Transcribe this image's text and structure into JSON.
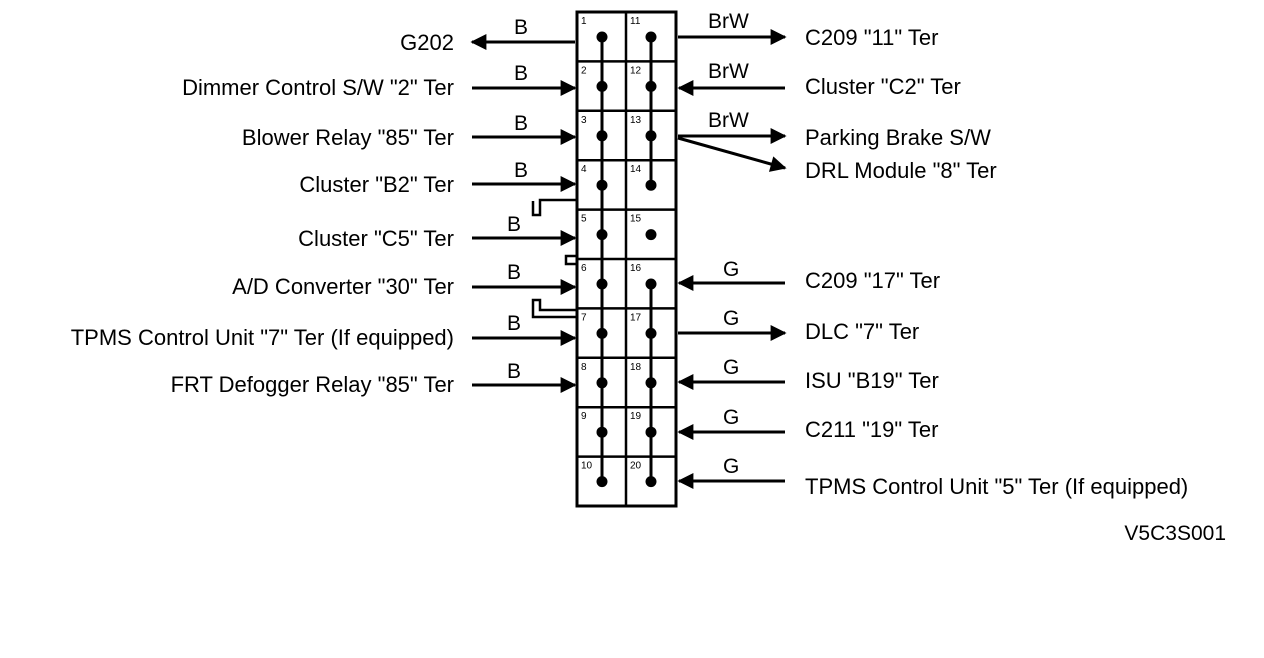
{
  "figure_code": "V5C3S001",
  "left_connections": [
    {
      "pin": "1",
      "label": "G202",
      "wire": "B",
      "direction": "out"
    },
    {
      "pin": "2",
      "label": "Dimmer Control S/W \"2\" Ter",
      "wire": "B",
      "direction": "in"
    },
    {
      "pin": "3",
      "label": "Blower Relay \"85\" Ter",
      "wire": "B",
      "direction": "in"
    },
    {
      "pin": "4",
      "label": "Cluster \"B2\" Ter",
      "wire": "B",
      "direction": "in"
    },
    {
      "pin": "5",
      "label": "Cluster \"C5\" Ter",
      "wire": "B",
      "direction": "in"
    },
    {
      "pin": "6",
      "label": "A/D Converter \"30\" Ter",
      "wire": "B",
      "direction": "in"
    },
    {
      "pin": "7",
      "label": "TPMS Control Unit \"7\" Ter (If equipped)",
      "wire": "B",
      "direction": "in"
    },
    {
      "pin": "8",
      "label": "FRT Defogger Relay \"85\" Ter",
      "wire": "B",
      "direction": "in"
    }
  ],
  "right_connections": [
    {
      "pin": "11",
      "label": "C209 \"11\" Ter",
      "wire": "BrW",
      "direction": "out"
    },
    {
      "pin": "12",
      "label": "Cluster \"C2\" Ter",
      "wire": "BrW",
      "direction": "in"
    },
    {
      "pin": "13",
      "label": "Parking Brake S/W",
      "wire": "BrW",
      "direction": "out"
    },
    {
      "pin": "13",
      "label": "DRL Module \"8\" Ter",
      "wire": "",
      "direction": "out"
    },
    {
      "pin": "16",
      "label": "C209 \"17\" Ter",
      "wire": "G",
      "direction": "in"
    },
    {
      "pin": "17",
      "label": "DLC \"7\" Ter",
      "wire": "G",
      "direction": "out"
    },
    {
      "pin": "18",
      "label": "ISU \"B19\" Ter",
      "wire": "G",
      "direction": "in"
    },
    {
      "pin": "19",
      "label": "C211 \"19\" Ter",
      "wire": "G",
      "direction": "in"
    },
    {
      "pin": "20",
      "label": "TPMS Control Unit \"5\" Ter (If equipped)",
      "wire": "G",
      "direction": "in"
    }
  ],
  "pins_left_column": [
    "1",
    "2",
    "3",
    "4",
    "5",
    "6",
    "7",
    "8",
    "9",
    "10"
  ],
  "pins_right_column": [
    "11",
    "12",
    "13",
    "14",
    "15",
    "16",
    "17",
    "18",
    "19",
    "20"
  ]
}
